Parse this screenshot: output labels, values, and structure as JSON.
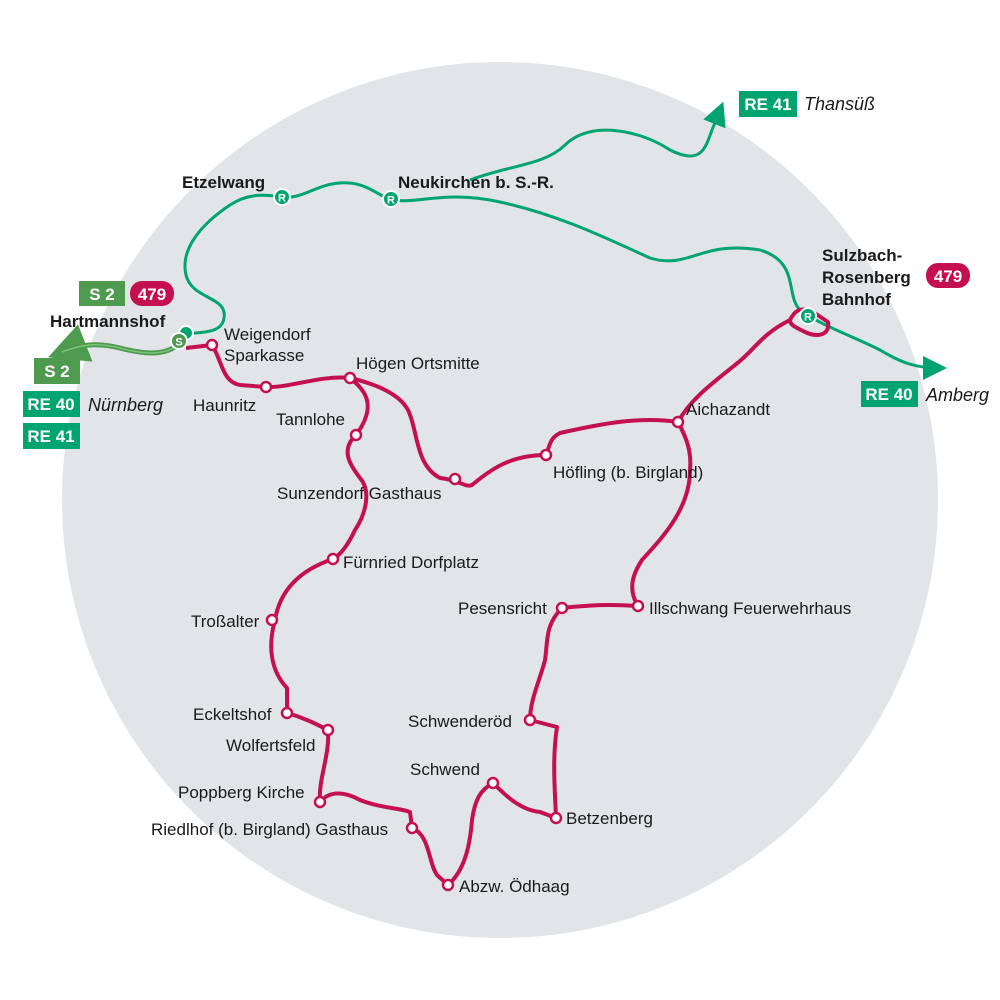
{
  "colors": {
    "rail": "#00a46e",
    "s_bahn": "#4e9a4e",
    "bus": "#c4104f",
    "area": "#e1e5e7"
  },
  "rail_stations": {
    "etzelwang": "Etzelwang",
    "neukirchen": "Neukirchen b. S.-R.",
    "hartmannshof": "Hartmannshof",
    "sulzbach": [
      "Sulzbach-",
      "Rosenberg",
      "Bahnhof"
    ]
  },
  "badges": {
    "s2": "S 2",
    "bus479": "479",
    "re40": "RE 40",
    "re41": "RE 41"
  },
  "destinations": {
    "thansuess": "Thansüß",
    "nuernberg": "Nürnberg",
    "amberg": "Amberg"
  },
  "station_symbols": {
    "r": "R",
    "s": "S"
  },
  "bus_stops": {
    "weigendorf": [
      "Weigendorf",
      "Sparkasse"
    ],
    "haunritz": "Haunritz",
    "hoegen": "Högen Ortsmitte",
    "tannlohe": "Tannlohe",
    "sunzendorf": "Sunzendorf Gasthaus",
    "hoefling": "Höfling (b. Birgland)",
    "aichazandt": "Aichazandt",
    "fuernried": "Fürnried Dorfplatz",
    "trossalter": "Troßalter",
    "illschwang": "Illschwang Feuerwehrhaus",
    "pesensricht": "Pesensricht",
    "schwenderoed": "Schwenderöd",
    "eckeltshof": "Eckeltshof",
    "wolfertsfeld": "Wolfertsfeld",
    "schwend": "Schwend",
    "poppberg": "Poppberg Kirche",
    "betzenberg": "Betzenberg",
    "riedlhof": "Riedlhof (b. Birgland) Gasthaus",
    "abzw": "Abzw. Ödhaag"
  }
}
